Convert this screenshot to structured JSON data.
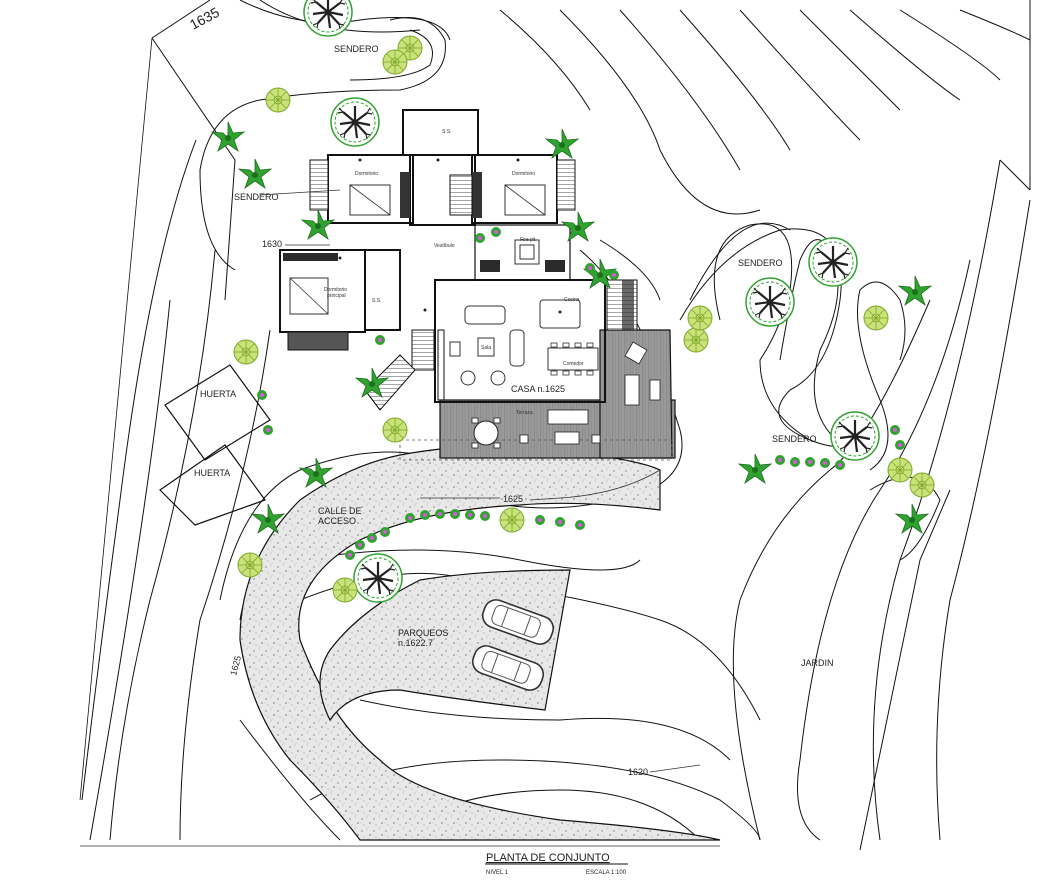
{
  "labels": {
    "sendero": "SENDERO",
    "huerta": "HUERTA",
    "calle_de": "CALLE DE",
    "acceso": "ACCESO",
    "parqueos": "PARQUEOS",
    "parqueos_level": "n.1622.7",
    "jardin": "JARDIN",
    "casa": "CASA n.1625"
  },
  "contour_levels": {
    "c1635": "1635",
    "c1630": "1630",
    "c1625": "1625",
    "c1620": "1620"
  },
  "rooms": {
    "ss": "S.S.",
    "dormitorio": "Dormitorio",
    "dormitorio_principal_1": "Dormitorio",
    "dormitorio_principal_2": "principal",
    "vestibulo": "Vestíbulo",
    "fire_pit": "Fire pit",
    "cocina": "Cocina",
    "sala": "Sala",
    "comedor": "Comedor",
    "terraza": "Terraza"
  },
  "title_block": {
    "title": "PLANTA DE CONJUNTO",
    "nivel": "NIVEL 1",
    "escala": "ESCALA 1:100"
  },
  "colors": {
    "tree_green": "#2fa32f",
    "shrub_lime": "#a8d14a",
    "flower_pink": "#d45ad6",
    "deck_gray": "#8a8a8a"
  }
}
